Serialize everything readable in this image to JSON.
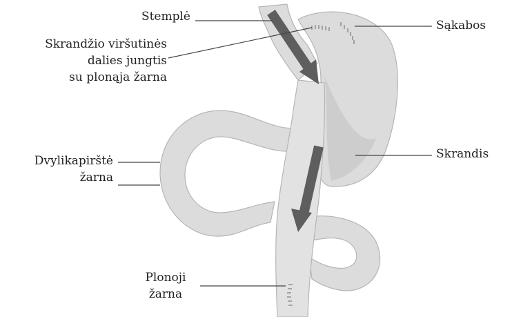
{
  "labels": {
    "stemple": "Stemplė",
    "sakabos": "Sąkabos",
    "junction_line1": "Skrandžio viršutinės",
    "junction_line2": "dalies jungtis",
    "junction_line3": "su plonąja žarna",
    "skrandis": "Skrandis",
    "duodenum_line1": "Dvylikapirštė",
    "duodenum_line2": "žarna",
    "small_intestine_line1": "Plonoji",
    "small_intestine_line2": "žarna"
  },
  "colors": {
    "organ_fill": "#dcdcdc",
    "organ_shade": "#c9c9c9",
    "organ_stroke": "#b5b5b5",
    "arrow": "#5e5e5e",
    "leader_line": "#444444",
    "staple": "#8a8a8a",
    "text": "#222222"
  }
}
